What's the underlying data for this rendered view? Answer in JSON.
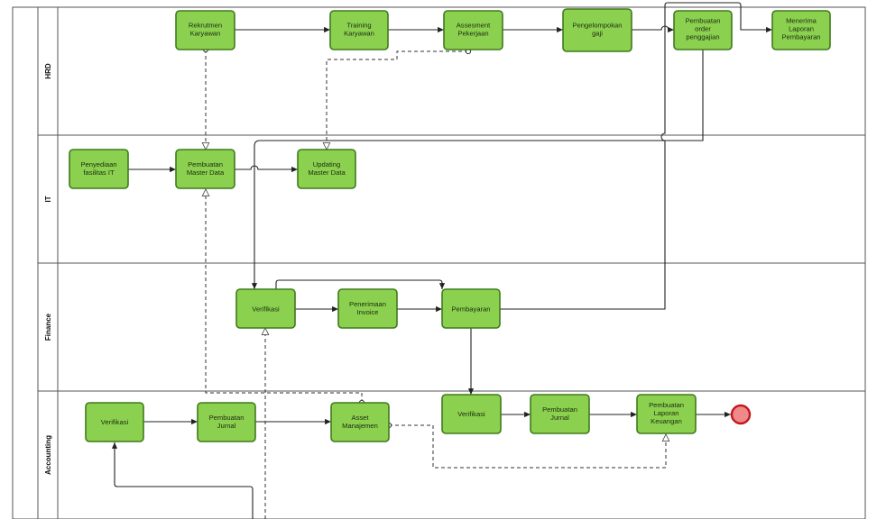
{
  "lanes": [
    {
      "id": "hrd",
      "label": "HRD"
    },
    {
      "id": "it",
      "label": "IT"
    },
    {
      "id": "finance",
      "label": "Finance"
    },
    {
      "id": "accounting",
      "label": "Accounting"
    }
  ],
  "tasks": {
    "rekrutmen": [
      "Rekrutmen",
      "Karyawan"
    ],
    "training": [
      "Training",
      "Karyawan"
    ],
    "assesment": [
      "Assesment",
      "Pekerjaan"
    ],
    "pengelompokan": [
      "Pengelompokan",
      "gaji"
    ],
    "order_penggajian": [
      "Pembuatan",
      "order",
      "penggajian"
    ],
    "menerima_laporan": [
      "Menerima",
      "Laporan",
      "Pembayaran"
    ],
    "penyediaan_it": [
      "Penyediaan",
      "fasilitas IT"
    ],
    "master_data": [
      "Pembuatan",
      "Master Data"
    ],
    "updating_master": [
      "Updating",
      "Master Data"
    ],
    "verifikasi_finance": [
      "Verifikasi"
    ],
    "penerimaan_invoice": [
      "Penerimaan",
      "Invoice"
    ],
    "pembayaran": [
      "Pembayaran"
    ],
    "verifikasi_acc1": [
      "Verifikasi"
    ],
    "jurnal_acc1": [
      "Pembuatan",
      "Jurnal"
    ],
    "asset_manajemen": [
      "Asset",
      "Manajemen"
    ],
    "verifikasi_acc2": [
      "Verifikasi"
    ],
    "jurnal_acc2": [
      "Pembuatan",
      "Jurnal"
    ],
    "laporan_keuangan": [
      "Pembuatan",
      "Laporan",
      "Keuangan"
    ]
  },
  "colors": {
    "task_fill": "#8bd14f",
    "task_stroke": "#3f7a1c",
    "end_fill": "#ef8a8a",
    "end_stroke": "#c4161c",
    "lane_border": "#555555"
  }
}
